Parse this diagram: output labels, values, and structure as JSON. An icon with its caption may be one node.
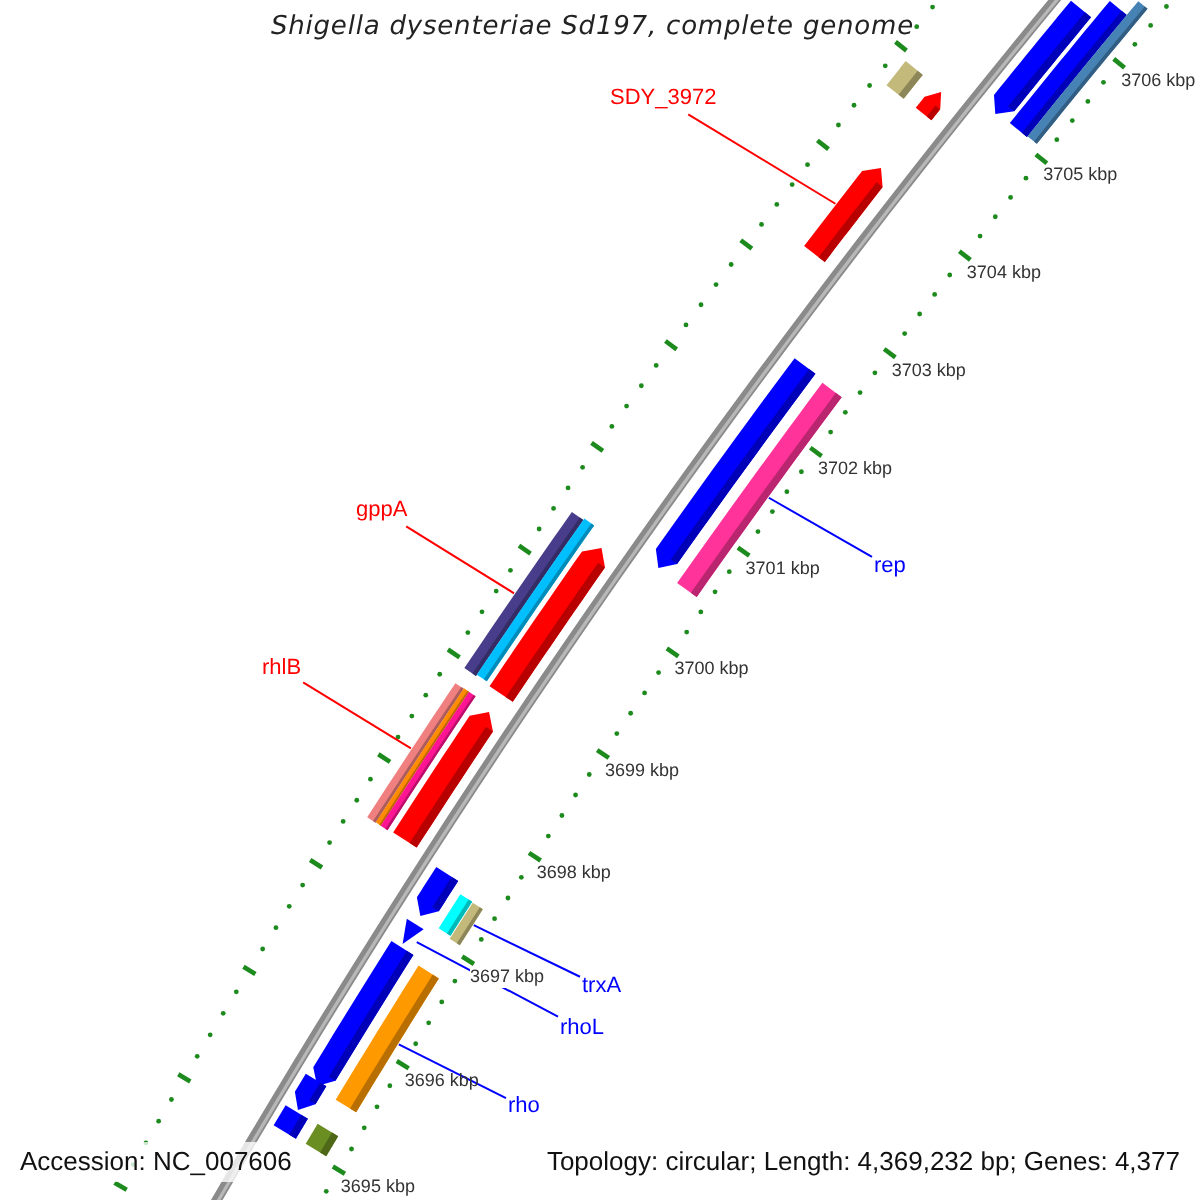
{
  "diagram": {
    "title": "Shigella dysenteriae Sd197, complete genome",
    "nodes": [
      {
        "text": [
          "SDY_3972"
        ]
      },
      {
        "text": [
          "gppA"
        ]
      },
      {
        "text": [
          "rep"
        ]
      },
      {
        "text": [
          "rhlB"
        ]
      },
      {
        "text": [
          "trxA"
        ]
      },
      {
        "text": [
          "rhoL"
        ]
      },
      {
        "text": [
          "rho"
        ]
      },
      {
        "text": [],
        "shape": "bar"
      },
      {
        "text": [],
        "shape": "bar"
      },
      {
        "text": [],
        "shape": "bar"
      },
      {
        "text": [],
        "shape": "bar"
      },
      {
        "text": [],
        "shape": "bar"
      },
      {
        "text": [],
        "shape": "bar"
      },
      {
        "text": [],
        "shape": "bar"
      },
      {
        "text": [],
        "shape": "bar"
      },
      {
        "text": [],
        "shape": "bar"
      },
      {
        "text": [],
        "shape": "bar"
      },
      {
        "text": [],
        "shape": "bar"
      },
      {
        "text": [],
        "shape": "bar"
      },
      {
        "text": [],
        "shape": "bar"
      },
      {
        "text": [],
        "shape": "bar"
      },
      {
        "text": [],
        "shape": "bar"
      },
      {
        "text": [],
        "shape": "bar"
      },
      {
        "text": [],
        "shape": "bar"
      },
      {
        "text": [],
        "shape": "bar"
      },
      {
        "text": [],
        "shape": "bar"
      },
      {
        "text": [],
        "shape": "bar"
      },
      {
        "text": [],
        "shape": "bar"
      },
      {
        "text": [],
        "shape": "bar"
      },
      {
        "text": [],
        "shape": "bar"
      },
      {
        "text": [],
        "shape": "bar"
      }
    ],
    "edges": [
      {
        "from": 0,
        "to": 12,
        "arrow": "none",
        "color": "#ff0000"
      },
      {
        "from": 1,
        "to": 15,
        "arrow": "none",
        "color": "#ff0000"
      },
      {
        "from": 2,
        "to": 14,
        "arrow": "none"
      },
      {
        "from": 3,
        "to": 18,
        "arrow": "none",
        "color": "#ff0000"
      },
      {
        "from": 4,
        "to": 24,
        "arrow": "none"
      },
      {
        "from": 5,
        "to": 25,
        "arrow": "none"
      },
      {
        "from": 6,
        "to": 27,
        "arrow": "none"
      }
    ],
    "labels": [
      "3706 kbp",
      "3705 kbp",
      "3704 kbp",
      "3703 kbp",
      "3702 kbp",
      "3701 kbp",
      "3700 kbp",
      "3699 kbp",
      "3698 kbp",
      "3697 kbp",
      "3696 kbp",
      "3695 kbp",
      "Accession: NC_007606",
      "Topology: circular; Length: 4,369,232 bp; Genes: 4,377"
    ]
  }
}
